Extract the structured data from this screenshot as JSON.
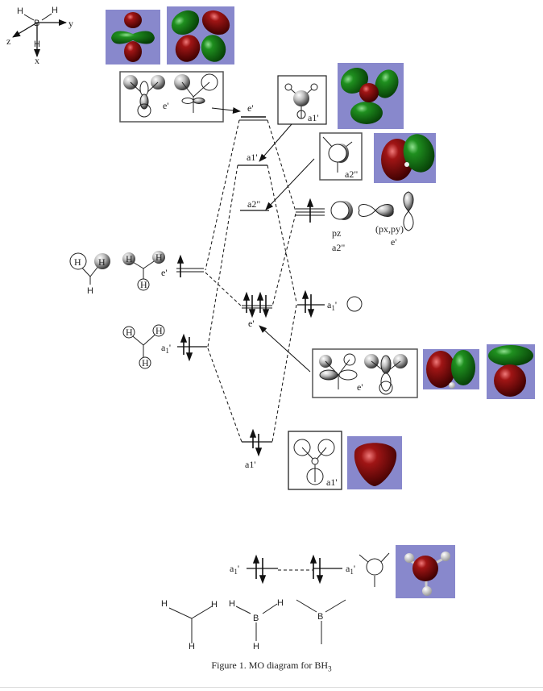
{
  "figure": {
    "caption_prefix": "Figure 1. MO diagram for BH",
    "caption_subscript": "3",
    "background_color": "#ffffff",
    "orbital_render_bg": "#8888cc",
    "lobe_positive_color": "#8b0a0a",
    "lobe_negative_color": "#1a7a1a"
  },
  "axes": {
    "atoms": {
      "b": "B",
      "h1": "H",
      "h2": "H",
      "h3": "H"
    },
    "x": "x",
    "y": "y",
    "z": "z"
  },
  "left_fragment": {
    "name": "H3",
    "levels": [
      {
        "label": "e'",
        "electrons": 1,
        "degeneracy": 2
      },
      {
        "label": "a1'",
        "label_sub": "1",
        "electrons": 2,
        "degeneracy": 1
      }
    ],
    "h_label": "H"
  },
  "right_fragment": {
    "name": "B",
    "levels": [
      {
        "label": "a1'",
        "label_sub": "1",
        "electrons": 2,
        "degeneracy": 1
      },
      {
        "label": "p",
        "electrons": 1,
        "degeneracy": 3
      }
    ],
    "p_orbitals": {
      "pz": "pz",
      "pz_sym": "a2\"",
      "pxpy": "(px,py)",
      "pxpy_sym": "e'"
    }
  },
  "molecular_orbitals": [
    {
      "label": "e'",
      "type": "antibonding",
      "electrons": 0
    },
    {
      "label": "a1'",
      "type": "antibonding",
      "electrons": 0
    },
    {
      "label": "a2\"",
      "type": "nonbonding",
      "electrons": 0
    },
    {
      "label": "e'",
      "type": "bonding",
      "electrons": 4
    },
    {
      "label": "a1'",
      "type": "bonding",
      "electrons": 2
    }
  ],
  "boxes": {
    "top_e": "e'",
    "top_a1": "a1'",
    "a2": "a2\"",
    "bonding_e": "e'",
    "bonding_a1": "a1'"
  },
  "bottom": {
    "left_label": "a1'",
    "right_label": "a1'",
    "molecules": {
      "h": "H",
      "b": "B"
    }
  }
}
